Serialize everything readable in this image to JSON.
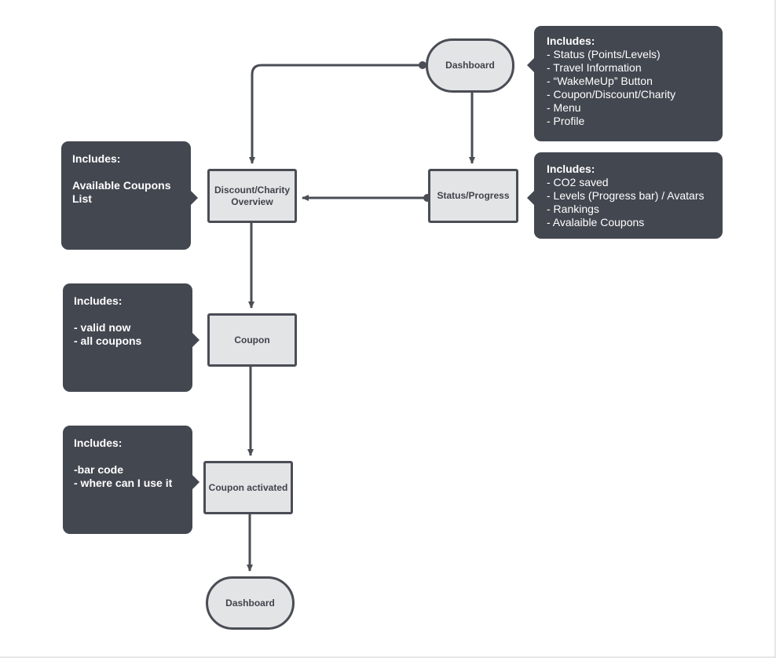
{
  "colors": {
    "node_fill": "#e3e4e6",
    "node_border": "#4a4d55",
    "connector": "#4a4d55",
    "note_fill": "#434750",
    "note_text": "#ffffff"
  },
  "nodes": {
    "dashboard_top": "Dashboard",
    "discount_overview": "Discount/Charity\nOverview",
    "status_progress": "Status/Progress",
    "coupon": "Coupon",
    "coupon_activated": "Coupon activated",
    "dashboard_bottom": "Dashboard"
  },
  "notes": {
    "dashboard": {
      "heading": "Includes:",
      "lines": [
        "- Status (Points/Levels)",
        "- Travel Information",
        "- “WakeMeUp” Button",
        "- Coupon/Discount/Charity",
        "- Menu",
        "- Profile"
      ]
    },
    "status": {
      "heading": "Includes:",
      "lines": [
        "- CO2 saved",
        "- Levels (Progress bar) / Avatars",
        "- Rankings",
        "- Avalaible Coupons"
      ]
    },
    "discount": {
      "heading": "Includes:",
      "lines": [
        "Available Coupons",
        "List"
      ]
    },
    "coupon": {
      "heading": "Includes:",
      "lines": [
        "- valid now",
        "- all coupons"
      ]
    },
    "activated": {
      "heading": "Includes:",
      "lines": [
        "-bar code",
        "- where can I use it"
      ]
    }
  }
}
